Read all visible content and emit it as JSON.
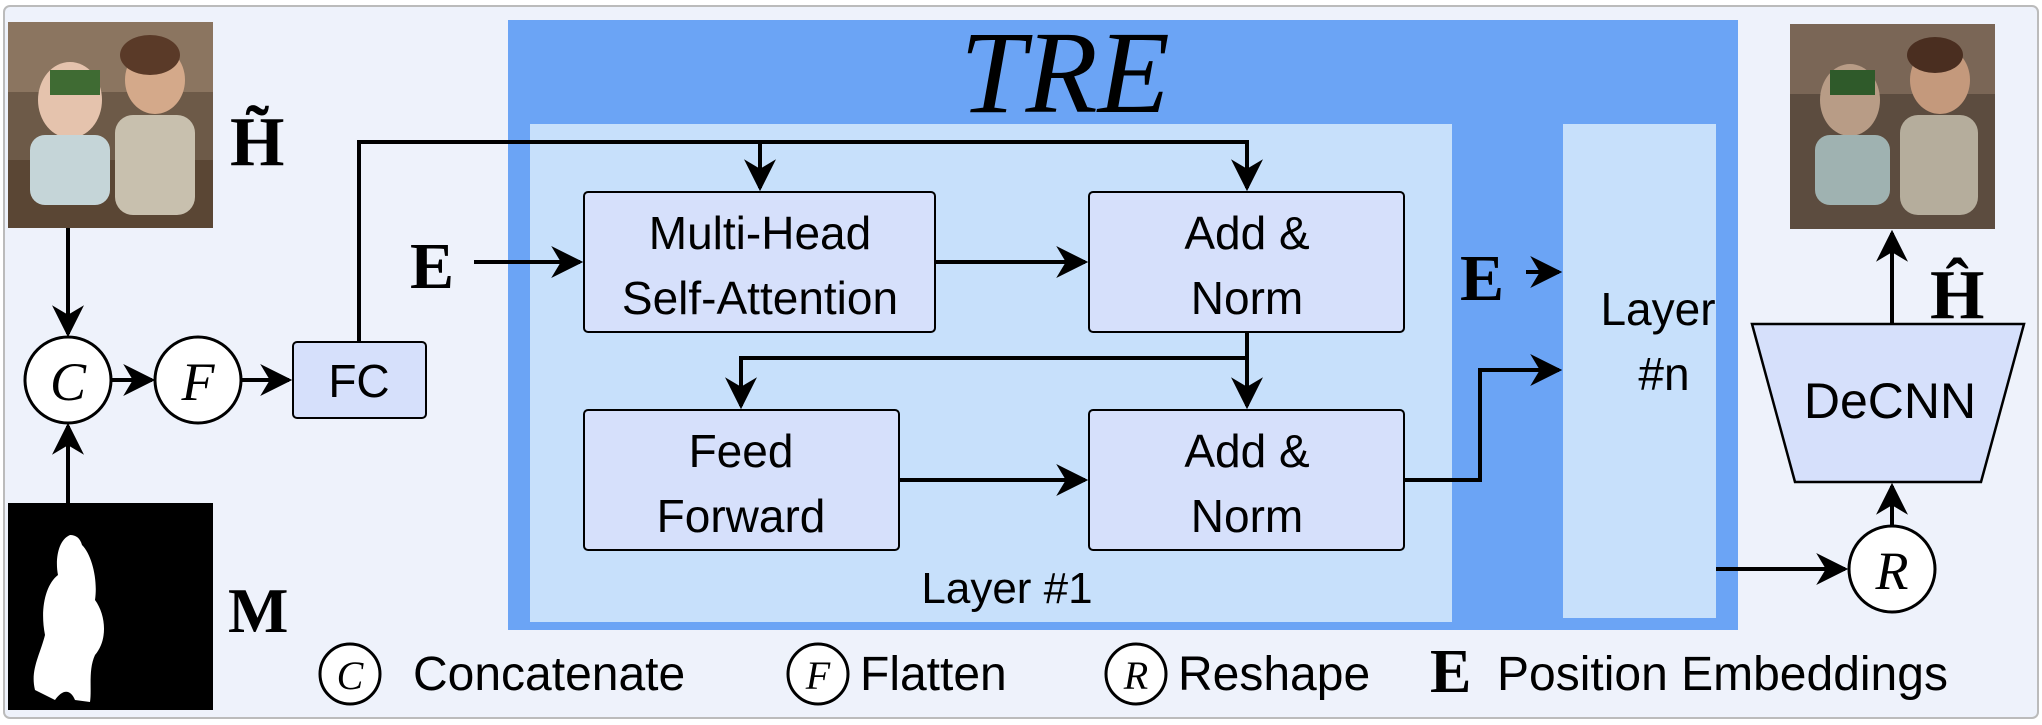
{
  "tre_title": "TRE",
  "symbols": {
    "h_tilde": "H̃",
    "h_hat": "Ĥ",
    "m": "M",
    "e": "E",
    "c": "C",
    "f": "F",
    "r": "R"
  },
  "blocks": {
    "fc": "FC",
    "mhsa_line1": "Multi-Head",
    "mhsa_line2": "Self-Attention",
    "addnorm1_line1": "Add &",
    "addnorm1_line2": "Norm",
    "ff_line1": "Feed",
    "ff_line2": "Forward",
    "addnorm2_line1": "Add &",
    "addnorm2_line2": "Norm",
    "layer1": "Layer #1",
    "layern_line1": "Layer",
    "layern_line2": "#n",
    "decnn": "DeCNN"
  },
  "legend": {
    "concatenate": "Concatenate",
    "flatten": "Flatten",
    "reshape": "Reshape",
    "position_embeddings": "Position Embeddings"
  },
  "colors": {
    "outer_bg": "#eef2fb",
    "tre_bg": "#6ba4f5",
    "layer_bg": "#c7e0fb",
    "block_bg": "#d6e0fb",
    "stroke": "#000000"
  }
}
